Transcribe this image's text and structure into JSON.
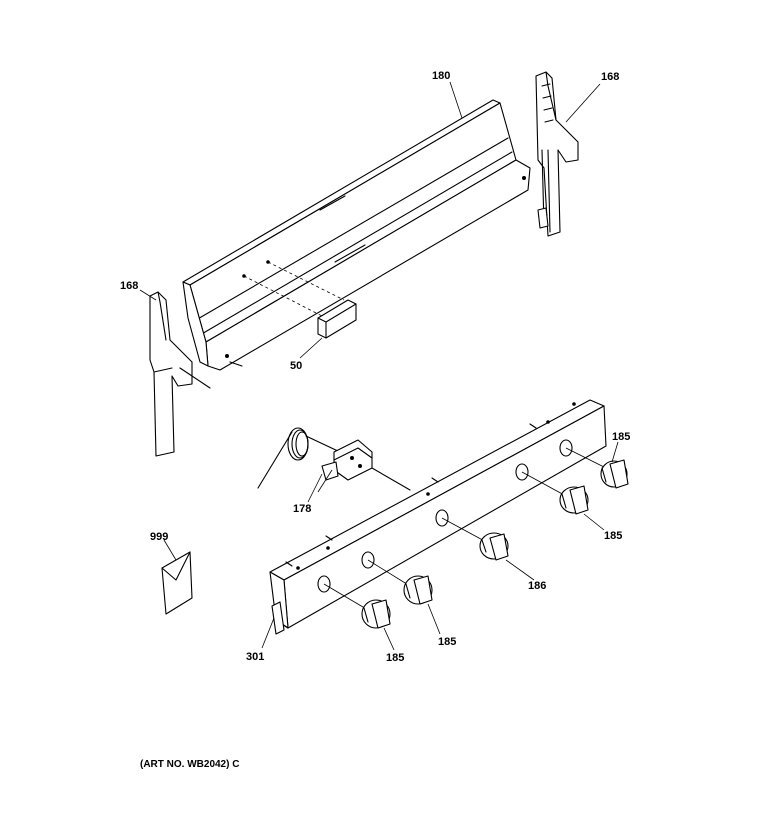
{
  "diagram": {
    "callouts": {
      "c180": "180",
      "c168_right": "168",
      "c168_left": "168",
      "c50": "50",
      "c178": "178",
      "c999": "999",
      "c301": "301",
      "c185_a": "185",
      "c185_b": "185",
      "c186": "186",
      "c185_c": "185",
      "c185_d": "185"
    },
    "footer": {
      "art_no": "(ART NO. WB2042) C"
    }
  }
}
